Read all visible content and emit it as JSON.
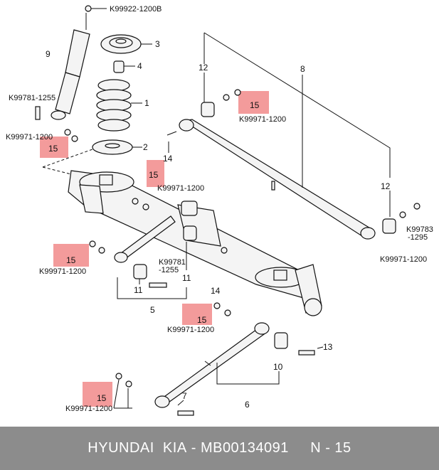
{
  "diagram": {
    "callouts": {
      "c1": "1",
      "c4": "4",
      "c2": "2",
      "c3": "3",
      "c5": "5",
      "c6": "6",
      "c7": "7",
      "c8": "8",
      "c9": "9",
      "c10": "10",
      "c11a": "11",
      "c11b": "11",
      "c12a": "12",
      "c12b": "12",
      "c13": "13",
      "c14a": "14",
      "c14b": "14"
    },
    "part_codes": {
      "p1": "K99922-1200B",
      "p2": "K99781-1255",
      "p3": "K99971-1200",
      "p4": "K99971-1200",
      "p5": "K99971-1200",
      "p6a": "K99781",
      "p6b": "-1255",
      "p7": "K99971-1200",
      "p8": "K99971-1200",
      "p9": "K99971-1200",
      "p10a": "K99783",
      "p10b": "-1295",
      "p11": "K99971-1200"
    },
    "highlighted_part_number": "15",
    "highlight_color": "#f39b9b"
  },
  "footer": {
    "brand": "HYUNDAI  KIA",
    "separator": " - ",
    "part_number": "MB00134091",
    "position": "N - 15"
  }
}
